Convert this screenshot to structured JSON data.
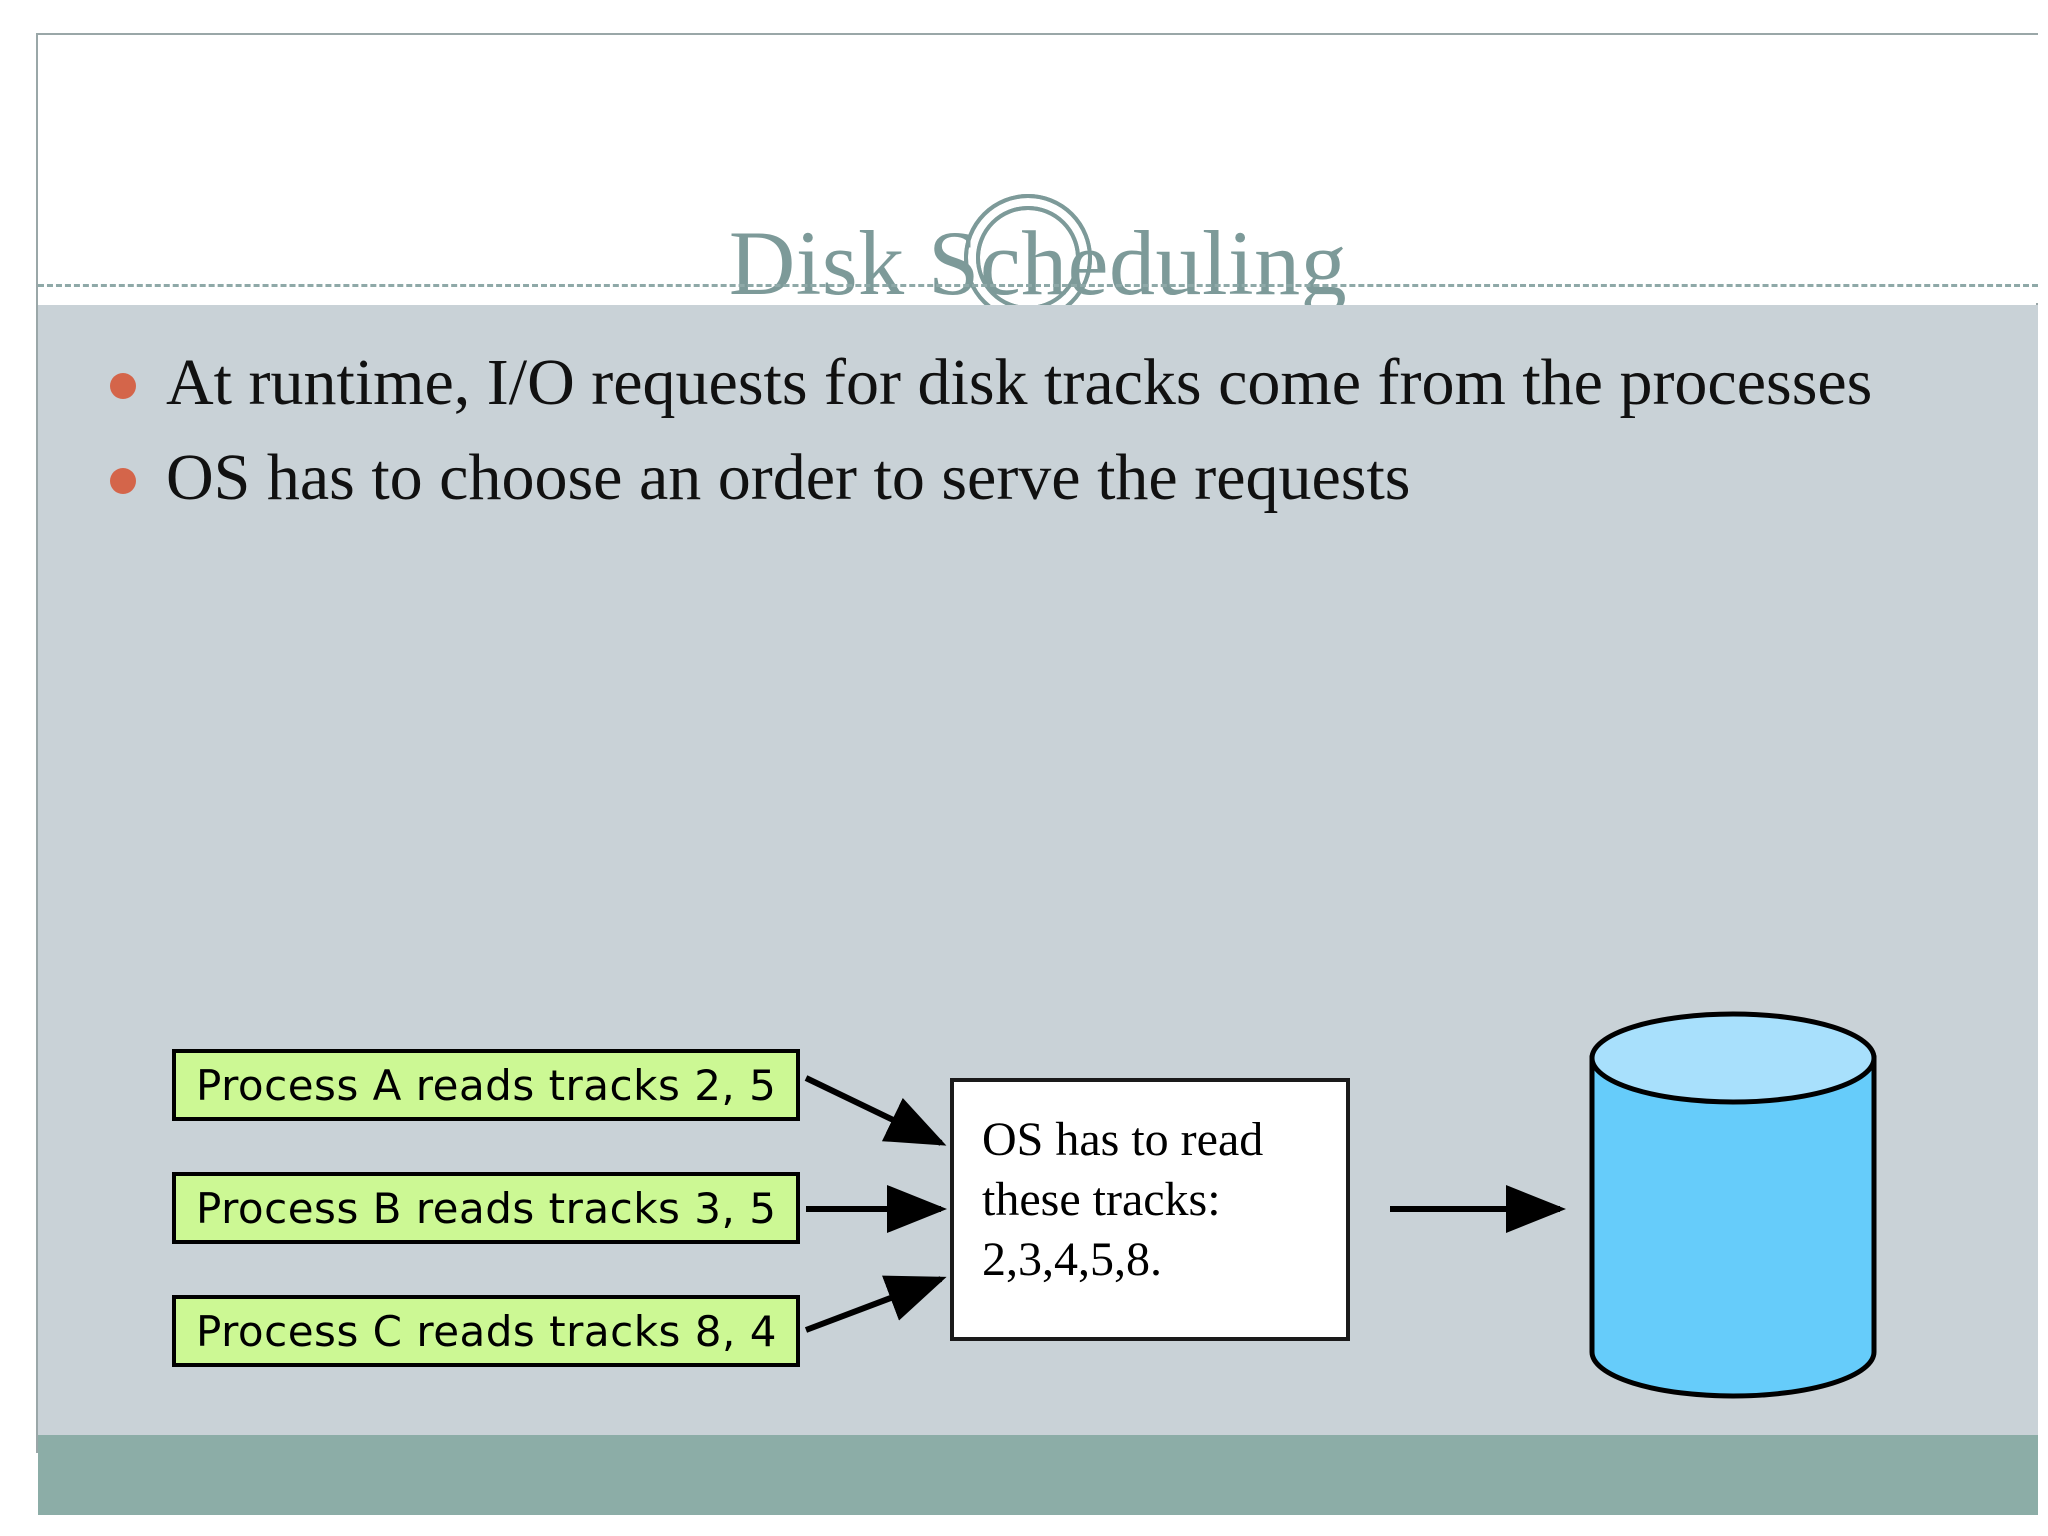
{
  "slide": {
    "title": "Disk Scheduling",
    "accent_color": "#7d9a99",
    "body_background": "#c9d2d7",
    "footer_color": "#8cada7",
    "bullet_color": "#d4654a",
    "bullets": [
      "At runtime, I/O requests for disk tracks come from the processes",
      "OS has to choose an order to serve the requests"
    ]
  },
  "diagram": {
    "process_boxes": [
      {
        "label": "Process A reads tracks 2, 5",
        "fill": "#ccf894"
      },
      {
        "label": "Process B reads tracks 3, 5",
        "fill": "#ccf894"
      },
      {
        "label": "Process C reads tracks 8, 4",
        "fill": "#ccf894"
      }
    ],
    "os_box": {
      "line1": "OS has to read",
      "line2": "these tracks:",
      "line3": "2,3,4,5,8."
    },
    "disk": {
      "body_color": "#66ccfa",
      "top_color": "#a8e0fc",
      "outline_color": "#000000"
    },
    "arrow_color": "#000000"
  }
}
